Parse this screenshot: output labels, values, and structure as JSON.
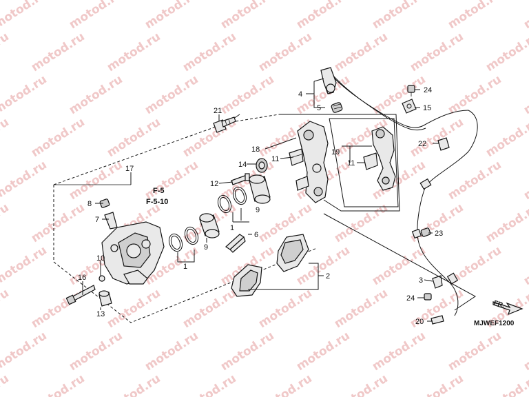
{
  "watermark": "motod.ru",
  "diagram_code": "MJWEF1200",
  "direction_label": "FR.",
  "reference_labels": [
    "F-5",
    "F-5-10"
  ],
  "callouts": [
    {
      "id": "c1",
      "text": "1"
    },
    {
      "id": "c1b",
      "text": "1"
    },
    {
      "id": "c2",
      "text": "2"
    },
    {
      "id": "c3",
      "text": "3"
    },
    {
      "id": "c4",
      "text": "4"
    },
    {
      "id": "c5",
      "text": "5"
    },
    {
      "id": "c6",
      "text": "6"
    },
    {
      "id": "c7",
      "text": "7"
    },
    {
      "id": "c8",
      "text": "8"
    },
    {
      "id": "c9",
      "text": "9"
    },
    {
      "id": "c9b",
      "text": "9"
    },
    {
      "id": "c10",
      "text": "10"
    },
    {
      "id": "c11",
      "text": "11"
    },
    {
      "id": "c11b",
      "text": "11"
    },
    {
      "id": "c12",
      "text": "12"
    },
    {
      "id": "c13",
      "text": "13"
    },
    {
      "id": "c14",
      "text": "14"
    },
    {
      "id": "c15",
      "text": "15"
    },
    {
      "id": "c16",
      "text": "16"
    },
    {
      "id": "c17",
      "text": "17"
    },
    {
      "id": "c18",
      "text": "18"
    },
    {
      "id": "c19",
      "text": "19"
    },
    {
      "id": "c20",
      "text": "20"
    },
    {
      "id": "c21",
      "text": "21"
    },
    {
      "id": "c22",
      "text": "22"
    },
    {
      "id": "c23",
      "text": "23"
    },
    {
      "id": "c24",
      "text": "24"
    },
    {
      "id": "c24b",
      "text": "24"
    }
  ]
}
